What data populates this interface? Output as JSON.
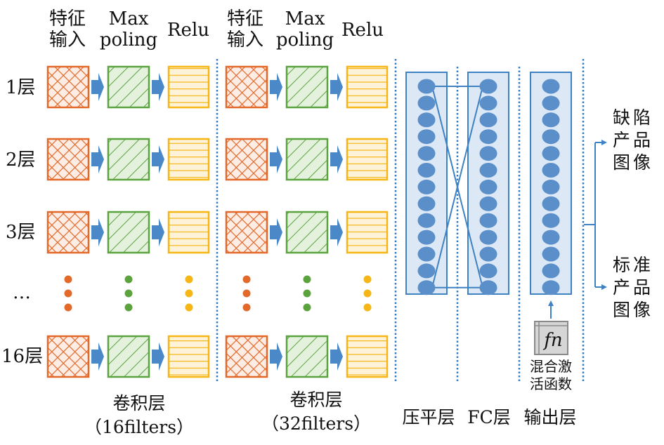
{
  "colors": {
    "input_orange": "#E2692A",
    "input_fill": "#FDEDE4",
    "pool_green": "#5BA33E",
    "pool_fill": "#E4F1DC",
    "relu_yellow": "#F5B616",
    "relu_fill": "#FEF3D8",
    "arrow_blue": "#4A88C8",
    "neuron_blue": "#5B8FC9",
    "layer_box_fill": "#DCE8F5",
    "layer_box_stroke": "#3E82C4",
    "separator_blue": "#2F7BC4"
  },
  "conv_groups": [
    {
      "headers": {
        "input": [
          "特征",
          "输入"
        ],
        "pool": [
          "Max",
          "poling"
        ],
        "relu": "Relu"
      },
      "caption": [
        "卷积层",
        "（16filters）"
      ]
    },
    {
      "headers": {
        "input": [
          "特征",
          "输入"
        ],
        "pool": [
          "Max",
          "poling"
        ],
        "relu": "Relu"
      },
      "caption": [
        "卷积层",
        "（32filters）"
      ]
    }
  ],
  "rows": [
    {
      "label": "1层",
      "kind": "layer"
    },
    {
      "label": "2层",
      "kind": "layer"
    },
    {
      "label": "3层",
      "kind": "layer"
    },
    {
      "label": "…",
      "kind": "ellipsis"
    },
    {
      "label": "16层",
      "kind": "layer"
    }
  ],
  "dense": {
    "neurons_per_column": 13,
    "columns": [
      {
        "id": "flatten",
        "label": "压平层"
      },
      {
        "id": "fc",
        "label": "FC层"
      },
      {
        "id": "output",
        "label": "输出层"
      }
    ]
  },
  "activation": {
    "symbol": "fn",
    "label": [
      "混合激",
      "活函数"
    ]
  },
  "outputs": [
    {
      "label": "缺陷产品图像",
      "lines": [
        "缺陷",
        "产品",
        "图像"
      ]
    },
    {
      "label": "标准产品图像",
      "lines": [
        "标准",
        "产品",
        "图像"
      ]
    }
  ]
}
